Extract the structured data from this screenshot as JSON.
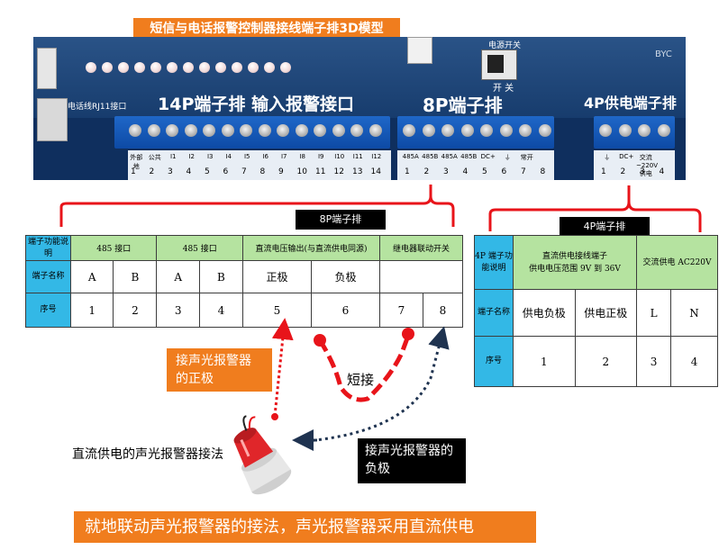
{
  "title": "短信与电话报警控制器接线端子排3D模型",
  "board": {
    "label_14p": "14P端子排 输入报警接口",
    "label_8p": "8P端子排",
    "label_4p": "4P供电端子排",
    "rj11": "电话线RJ11接口",
    "switch_top": "电源开关",
    "switch_bottom": "开 关",
    "brand": "BYC",
    "pins_14p": [
      "外部地",
      "公共",
      "I1",
      "I2",
      "I3",
      "I4",
      "I5",
      "I6",
      "I7",
      "I8",
      "I9",
      "I10",
      "I11",
      "I12"
    ],
    "nums_14p": [
      "1",
      "2",
      "3",
      "4",
      "5",
      "6",
      "7",
      "8",
      "9",
      "10",
      "11",
      "12",
      "13",
      "14"
    ],
    "pins_8p": [
      "485A",
      "485B",
      "485A",
      "485B",
      "DC+",
      "⏚",
      "常开",
      ""
    ],
    "nums_8p": [
      "1",
      "2",
      "3",
      "4",
      "5",
      "6",
      "7",
      "8"
    ],
    "pins_4p": [
      "⏚",
      "DC+",
      "交流~220V供电",
      ""
    ],
    "nums_4p": [
      "1",
      "2",
      "3",
      "4"
    ]
  },
  "tag_8p": "8P端子排",
  "tag_4p": "4P端子排",
  "table8": {
    "row_function_key": "端子功能说明",
    "functions": [
      "485 接口",
      "485 接口",
      "直流电压输出(与直流供电同源)",
      "继电器联动开关"
    ],
    "row_name_key": "端子名称",
    "names": [
      "A",
      "B",
      "A",
      "B",
      "正极",
      "负极",
      ""
    ],
    "row_seq_key": "序号",
    "seqs": [
      "1",
      "2",
      "3",
      "4",
      "5",
      "6",
      "7",
      "8"
    ]
  },
  "table4": {
    "row_function_key": "4P 端子功能说明",
    "functions": [
      "直流供电接线端子\n供电电压范围 9V 到 36V",
      "交流供电 AC220V"
    ],
    "row_name_key": "端子名称",
    "names": [
      "供电负极",
      "供电正极",
      "L",
      "N"
    ],
    "row_seq_key": "序号",
    "seqs": [
      "1",
      "2",
      "3",
      "4"
    ]
  },
  "callouts": {
    "positive": "接声光报警器的正极",
    "negative": "接声光报警器的负极",
    "short": "短接",
    "dc_method": "直流供电的声光报警器接法",
    "bottom": "就地联动声光报警器的接法，声光报警器采用直流供电"
  },
  "colors": {
    "accent_orange": "#f07d1e",
    "bracket_red": "#e8141a",
    "header_green": "#b5e3a0",
    "key_blue": "#33b8e6",
    "board_blue": "#0f2f5e"
  }
}
